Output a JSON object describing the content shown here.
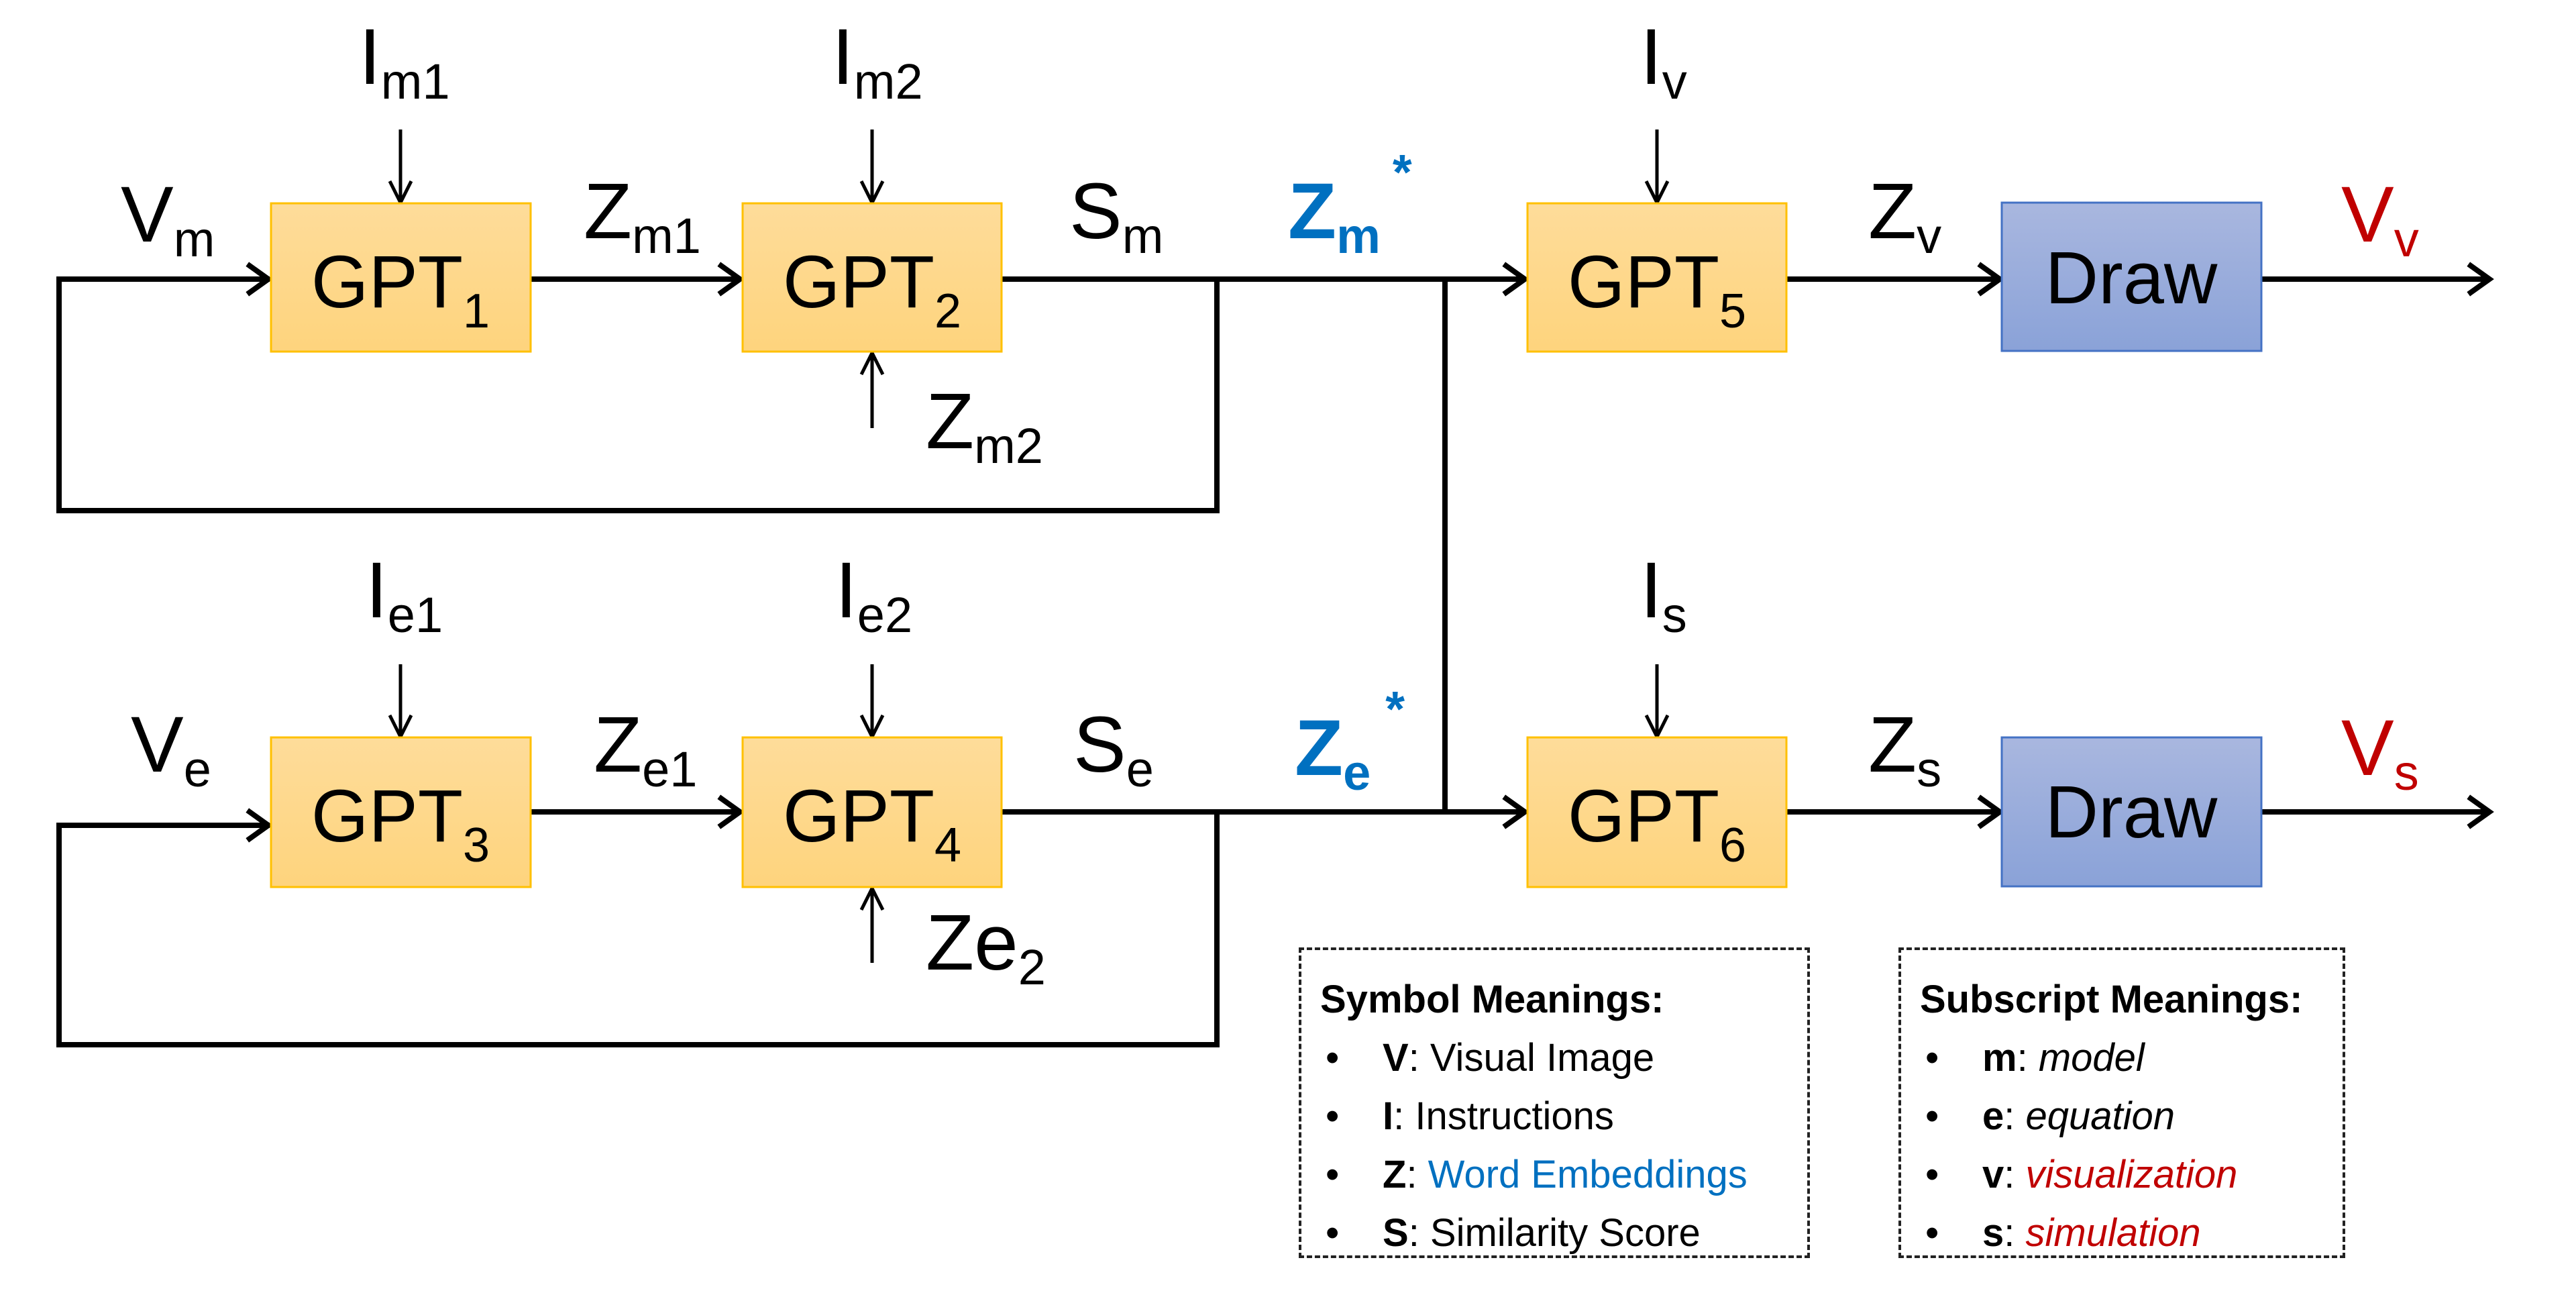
{
  "colors": {
    "gpt_box_top": "#fedc9a",
    "gpt_box_bottom": "#fed47d",
    "gpt_box_border": "#ffc000",
    "draw_box_top": "#a9b7df",
    "draw_box_bottom": "#8aa2d8",
    "draw_box_border": "#4472c4",
    "embedding_blue": "#0070c0",
    "output_red": "#c00000"
  },
  "row_model": {
    "input": {
      "main": "V",
      "sub": "m"
    },
    "gpt1": {
      "main": "GPT",
      "sub": "1",
      "instruction": {
        "main": "I",
        "sub": "m1"
      }
    },
    "z1": {
      "main": "Z",
      "sub": "m1"
    },
    "gpt2": {
      "main": "GPT",
      "sub": "2",
      "instruction": {
        "main": "I",
        "sub": "m2"
      },
      "bottom_input": {
        "main": "Z",
        "sub": "m2"
      }
    },
    "score": {
      "main": "S",
      "sub": "m"
    },
    "best": {
      "main": "Z",
      "sub": "m",
      "sup": "*"
    }
  },
  "row_equation": {
    "input": {
      "main": "V",
      "sub": "e"
    },
    "gpt3": {
      "main": "GPT",
      "sub": "3",
      "instruction": {
        "main": "I",
        "sub": "e1"
      }
    },
    "z1": {
      "main": "Z",
      "sub": "e1"
    },
    "gpt4": {
      "main": "GPT",
      "sub": "4",
      "instruction": {
        "main": "I",
        "sub": "e2"
      },
      "bottom_input": {
        "main": "Ze",
        "sub": "2"
      }
    },
    "score": {
      "main": "S",
      "sub": "e"
    },
    "best": {
      "main": "Z",
      "sub": "e",
      "sup": "*"
    }
  },
  "row_visualization": {
    "gpt5": {
      "main": "GPT",
      "sub": "5",
      "instruction": {
        "main": "I",
        "sub": "v"
      }
    },
    "z": {
      "main": "Z",
      "sub": "v"
    },
    "draw": "Draw",
    "output": {
      "main": "V",
      "sub": "v"
    }
  },
  "row_simulation": {
    "gpt6": {
      "main": "GPT",
      "sub": "6",
      "instruction": {
        "main": "I",
        "sub": "s"
      }
    },
    "z": {
      "main": "Z",
      "sub": "s"
    },
    "draw": "Draw",
    "output": {
      "main": "V",
      "sub": "s"
    }
  },
  "legend_symbols": {
    "title": "Symbol Meanings:",
    "items": [
      {
        "bullet": "•",
        "key": "V",
        "sep": ": ",
        "desc": "Visual Image",
        "style": "plain"
      },
      {
        "bullet": "•",
        "key": "I",
        "sep": ": ",
        "desc": "Instructions",
        "style": "plain"
      },
      {
        "bullet": "•",
        "key": "Z",
        "sep": ": ",
        "desc": "Word Embeddings",
        "style": "blue"
      },
      {
        "bullet": "•",
        "key": "S",
        "sep": ": ",
        "desc": "Similarity Score",
        "style": "plain"
      }
    ]
  },
  "legend_subscripts": {
    "title": "Subscript Meanings:",
    "items": [
      {
        "bullet": "•",
        "key": "m",
        "sep": ": ",
        "desc": "model",
        "style": "italic"
      },
      {
        "bullet": "•",
        "key": "e",
        "sep": ": ",
        "desc": "equation",
        "style": "italic"
      },
      {
        "bullet": "•",
        "key": "v",
        "sep": ": ",
        "desc": "visualization",
        "style": "red"
      },
      {
        "bullet": "•",
        "key": "s",
        "sep": ": ",
        "desc": "simulation",
        "style": "red"
      }
    ]
  }
}
